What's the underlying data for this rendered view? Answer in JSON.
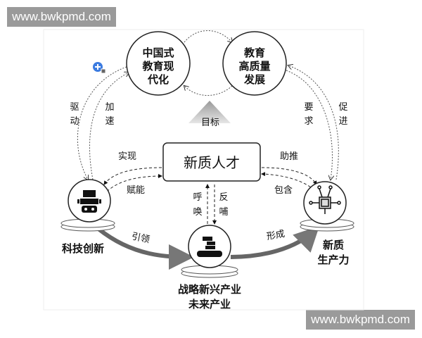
{
  "watermark_top": "www.bwkpmd.com",
  "watermark_bottom": "www.bwkpmd.com",
  "nodes": {
    "modernization": [
      "中国式",
      "教育现",
      "代化"
    ],
    "quality": [
      "教育",
      "高质量",
      "发展"
    ],
    "talent": "新质人才",
    "tech": "科技创新",
    "industry": [
      "战略新兴产业",
      "未来产业"
    ],
    "productivity": [
      "新质",
      "生产力"
    ]
  },
  "labels": {
    "drive": [
      "驱",
      "动"
    ],
    "accelerate": [
      "加",
      "速"
    ],
    "require": [
      "要",
      "求"
    ],
    "promote": [
      "促",
      "进"
    ],
    "goal": "目标",
    "realize": "实现",
    "boost": "助推",
    "empower": "赋能",
    "contain": "包含",
    "call": [
      "呼",
      "唤"
    ],
    "feedback": [
      "反",
      "哺"
    ],
    "lead": "引领",
    "form": "形成"
  },
  "icons": [
    "robot-icon",
    "chip-icon",
    "industrial-robot-icon",
    "add-icon"
  ],
  "colors": {
    "watermark": "#9a9a9a",
    "add_icon": "#3b7be0",
    "line": "#333333"
  }
}
